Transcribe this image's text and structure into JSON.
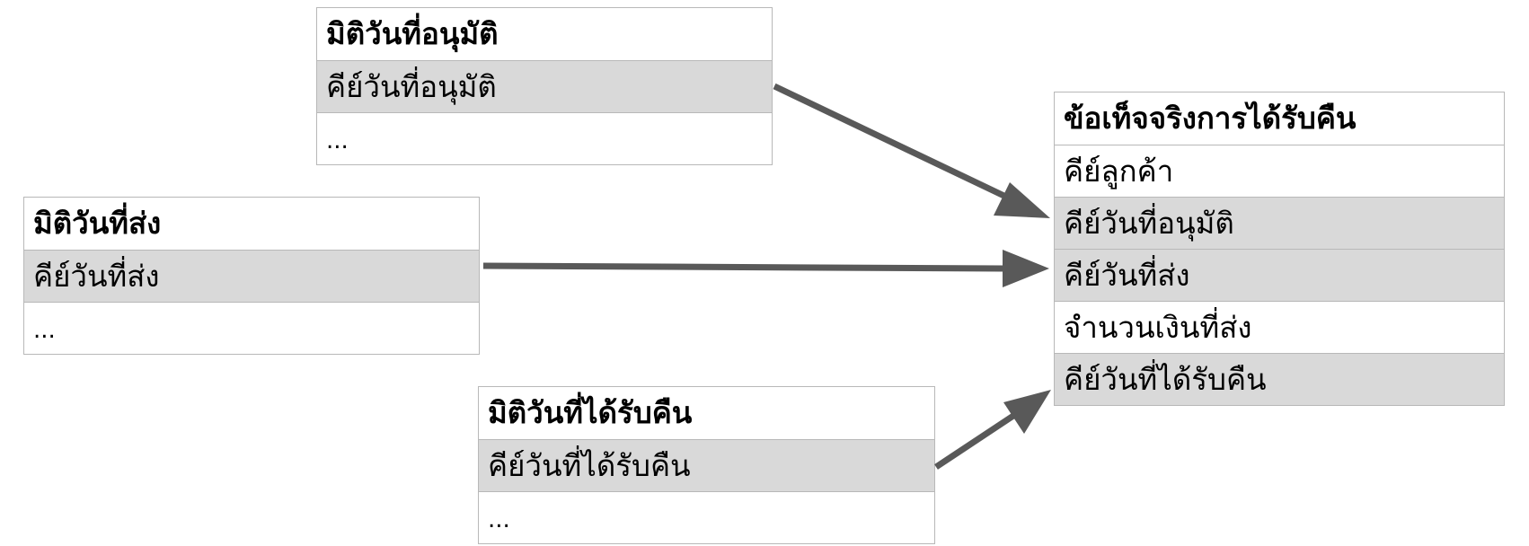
{
  "approval_dim": {
    "title": "มิติวันที่อนุมัติ",
    "key": "คีย์วันที่อนุมัติ",
    "more": "..."
  },
  "ship_dim": {
    "title": "มิติวันที่ส่ง",
    "key": "คีย์วันที่ส่ง",
    "more": "..."
  },
  "refund_dim": {
    "title": "มิติวันที่ได้รับคืน",
    "key": "คีย์วันที่ได้รับคืน",
    "more": "..."
  },
  "refund_fact": {
    "title": "ข้อเท็จจริงการได้รับคืน",
    "rows": [
      "คีย์ลูกค้า",
      "คีย์วันที่อนุมัติ",
      "คีย์วันที่ส่ง",
      "จำนวนเงินที่ส่ง",
      "คีย์วันที่ได้รับคืน"
    ]
  },
  "colors": {
    "header_bg": "#ffffff",
    "key_row_bg": "#d9d9d9",
    "border": "#b8b8b8",
    "arrow": "#595959"
  }
}
